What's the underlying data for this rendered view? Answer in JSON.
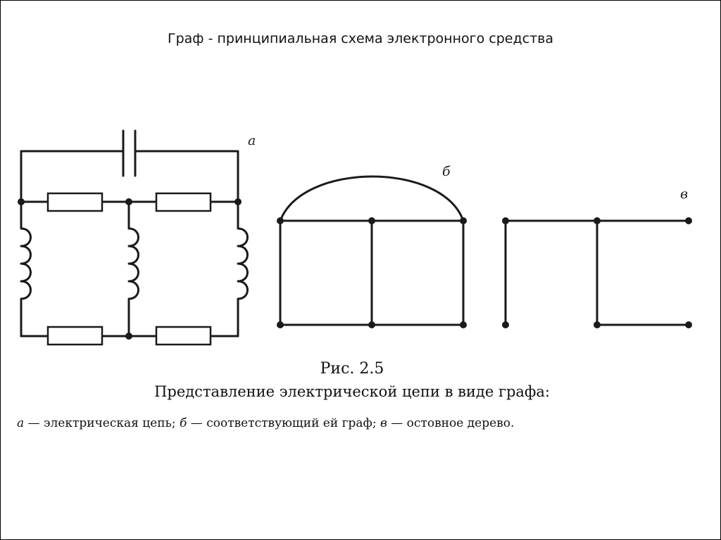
{
  "slide": {
    "title": "Граф - принципиальная схема электронного средства"
  },
  "figure": {
    "panel_labels": {
      "a": "а",
      "b": "б",
      "v": "в"
    },
    "number": "Рис. 2.5",
    "title": "Представление электрической цепи в виде графа:",
    "caption": {
      "a_letter": "а",
      "a_text": " — электрическая цепь; ",
      "b_letter": "б",
      "b_text": " — соответствующий ей граф; ",
      "v_letter": "в",
      "v_text": " — остовное дерево."
    }
  }
}
